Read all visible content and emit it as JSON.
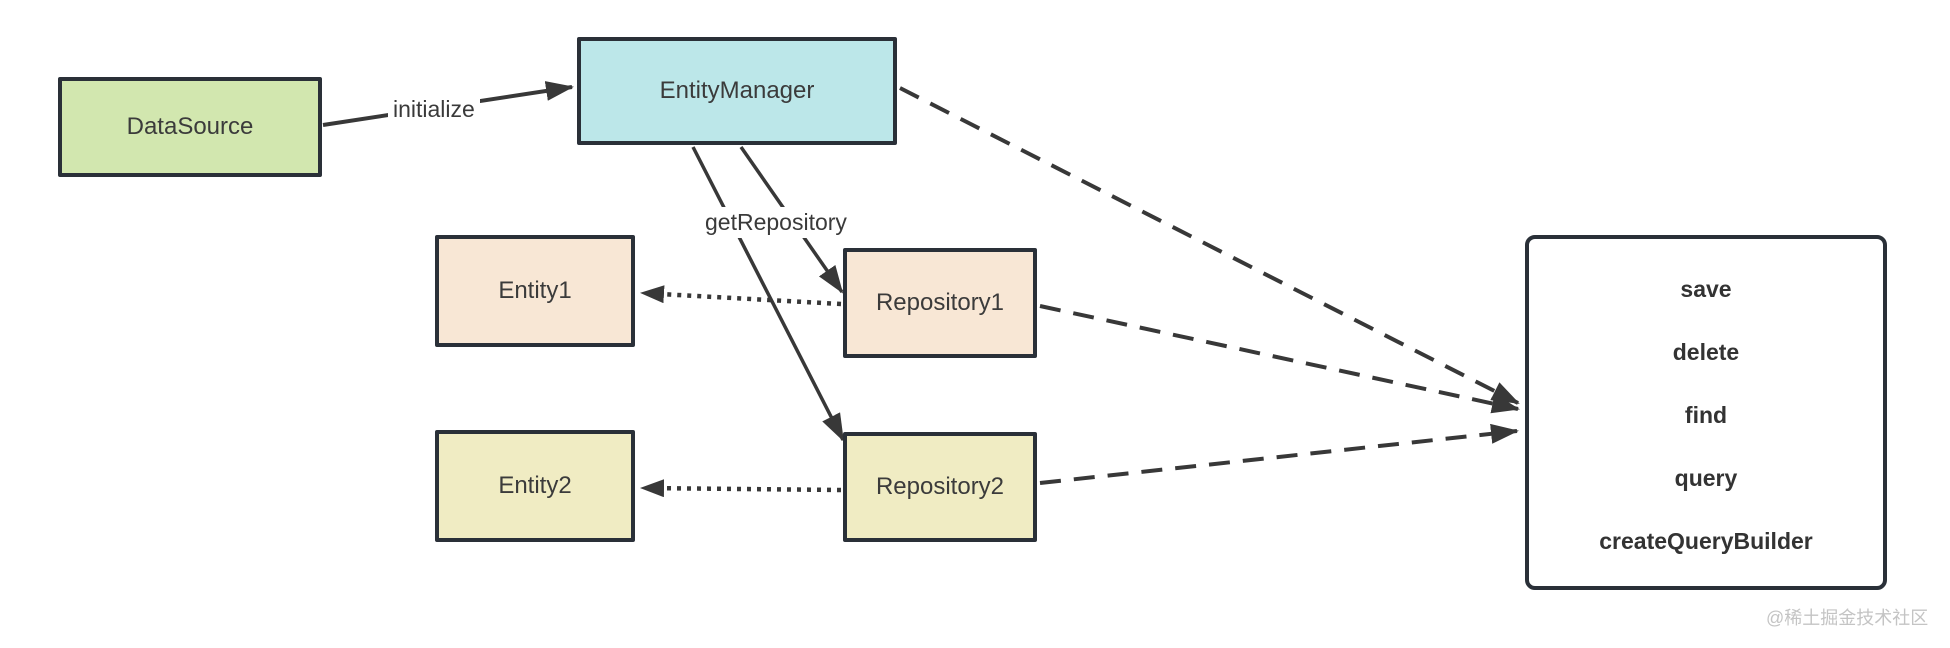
{
  "diagram": {
    "nodes": [
      {
        "id": "datasource",
        "label": "DataSource",
        "fill": "#d2e7af"
      },
      {
        "id": "entitymanager",
        "label": "EntityManager",
        "fill": "#bce7e9"
      },
      {
        "id": "entity1",
        "label": "Entity1",
        "fill": "#f8e7d5"
      },
      {
        "id": "repository1",
        "label": "Repository1",
        "fill": "#f8e7d5"
      },
      {
        "id": "entity2",
        "label": "Entity2",
        "fill": "#f0ecc3"
      },
      {
        "id": "repository2",
        "label": "Repository2",
        "fill": "#f0ecc3"
      }
    ],
    "edge_labels": {
      "initialize": "initialize",
      "get_repository": "getRepository"
    },
    "methods_box": {
      "items": [
        "save",
        "delete",
        "find",
        "query",
        "createQueryBuilder"
      ]
    },
    "colors": {
      "node_border": "#2a3038",
      "line": "#383838",
      "text": "#3b3b3b",
      "watermark_text": "#c4c4c4"
    },
    "watermark": "@稀土掘金技术社区"
  }
}
